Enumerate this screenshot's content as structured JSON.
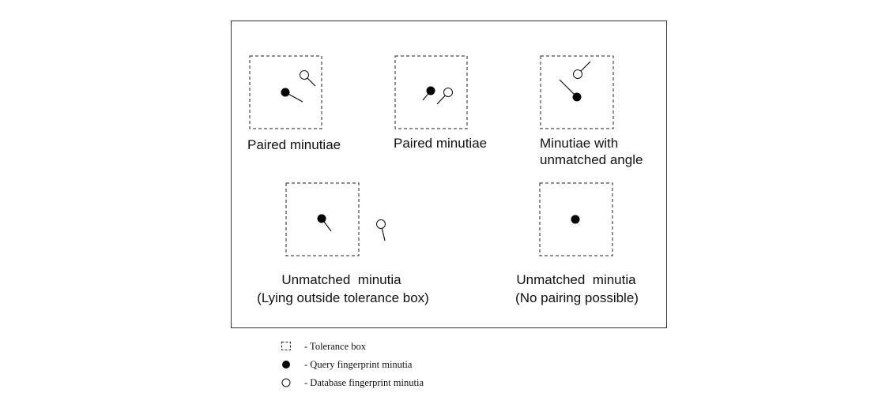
{
  "panels": [
    {
      "label_lines": [
        "Paired minutiae"
      ]
    },
    {
      "label_lines": [
        "Paired minutiae"
      ]
    },
    {
      "label_lines": [
        "Minutiae with",
        "unmatched angle"
      ]
    },
    {
      "label_lines": [
        "Unmatched  minutia",
        "(Lying outside tolerance box)"
      ]
    },
    {
      "label_lines": [
        "Unmatched  minutia",
        "(No pairing possible)"
      ]
    }
  ],
  "legend": [
    {
      "icon": "tolerance-box-icon",
      "label": "- Tolerance box"
    },
    {
      "icon": "query-minutia-icon",
      "label": "- Query fingerprint minutia"
    },
    {
      "icon": "database-minutia-icon",
      "label": "- Database fingerprint minutia"
    }
  ],
  "colors": {
    "ink": "#111111",
    "frame": "#333333",
    "background": "#ffffff"
  }
}
